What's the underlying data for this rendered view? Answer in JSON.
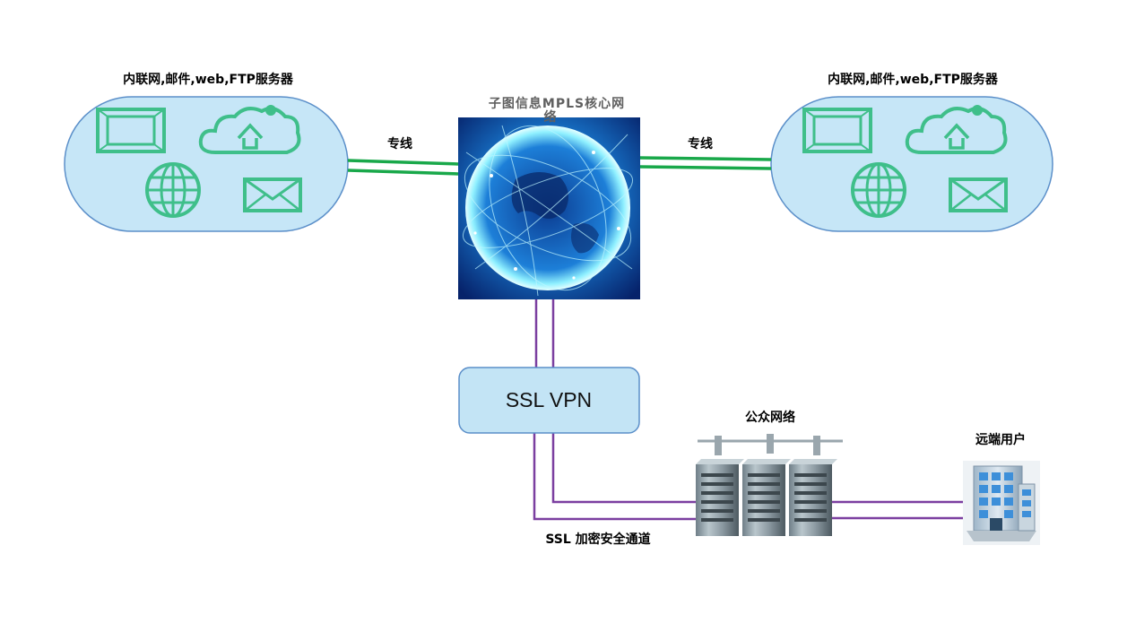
{
  "sites": {
    "left_title": "内联网,邮件,web,FTP服务器",
    "right_title": "内联网,邮件,web,FTP服务器"
  },
  "links": {
    "left_line_label": "专线",
    "right_line_label": "专线",
    "tunnel_label": "SSL 加密安全通道"
  },
  "core": {
    "title": "子图信息MPLS核心网",
    "title_wrap": "络"
  },
  "vpn": {
    "label": "SSL VPN"
  },
  "public_network": {
    "label": "公众网络"
  },
  "remote": {
    "label": "远端用户"
  },
  "colors": {
    "site_fill": "#c6e6f7",
    "site_stroke": "#5b8fc9",
    "icon_green": "#3fbf8a",
    "line_green": "#19a84a",
    "line_purple": "#7b3fa0",
    "vpn_fill": "#c3e4f5",
    "vpn_stroke": "#5b8fc9",
    "globe_dark": "#06226a",
    "globe_light": "#3fd6ff"
  },
  "icons": [
    "monitor-icon",
    "cloud-upload-icon",
    "globe-icon",
    "envelope-icon",
    "server-rack-icon",
    "office-building-icon"
  ]
}
